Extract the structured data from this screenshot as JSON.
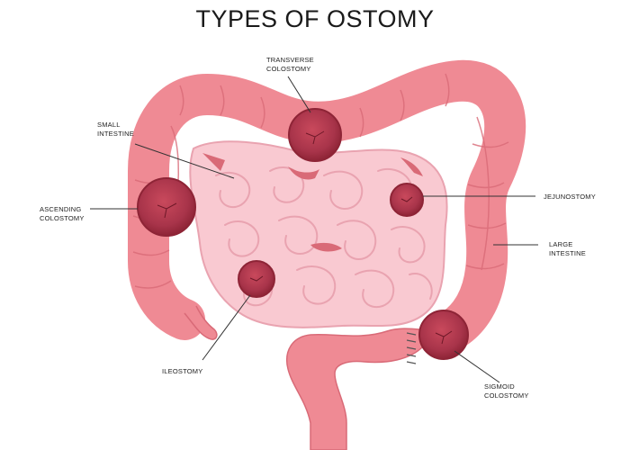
{
  "title": "TYPES OF OSTOMY",
  "labels": {
    "transverse_colostomy": "TRANSVERSE\nCOLOSTOMY",
    "small_intestine": "SMALL\nINTESTINE",
    "ascending_colostomy": "ASCENDING\nCOLOSTOMY",
    "jejunostomy": "JEJUNOSTOMY",
    "large_intestine": "LARGE\nINTESTINE",
    "ileostomy": "ILEOSTOMY",
    "sigmoid_colostomy": "SIGMOID\nCOLOSTOMY"
  },
  "colors": {
    "colon": "#ef8a94",
    "colon_dark": "#d96a77",
    "small_intestine": "#f9c9d1",
    "small_intestine_line": "#e9a3b0",
    "stoma": "#b53a4c",
    "stoma_dark": "#8e2436",
    "background": "#ffffff"
  }
}
